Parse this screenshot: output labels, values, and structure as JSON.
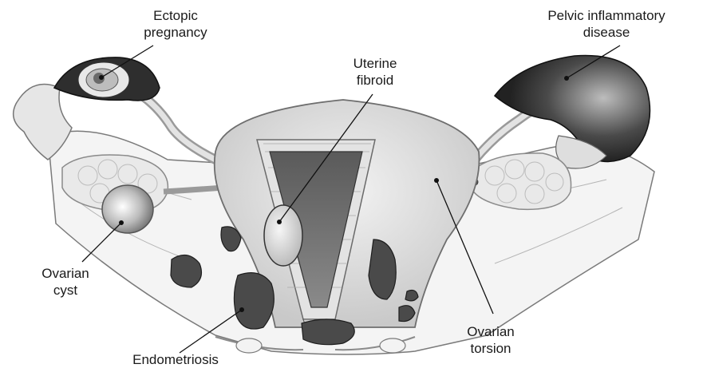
{
  "labels": {
    "ectopic": [
      "Ectopic",
      "pregnancy"
    ],
    "pid": [
      "Pelvic inflammatory",
      "disease"
    ],
    "fibroid": [
      "Uterine",
      "fibroid"
    ],
    "cyst": [
      "Ovarian",
      "cyst"
    ],
    "endometriosis": "Endometriosis",
    "torsion": [
      "Ovarian",
      "torsion"
    ]
  }
}
